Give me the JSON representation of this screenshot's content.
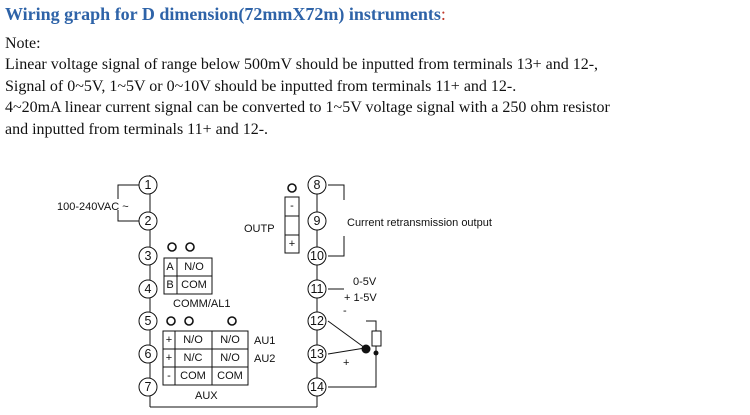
{
  "title": "Wiring graph for D dimension(72mmX72m) instruments",
  "title_suffix": ":",
  "notes": [
    "Note:",
    "Linear voltage signal of range below 500mV should be inputted  from terminals 13+ and 12-,",
    "Signal of 0~5V, 1~5V or 0~10V should be inputted from terminals 11+ and 12-.",
    "4~20mA linear current signal can be converted to 1~5V voltage signal with a 250 ohm resistor",
    "and inputted from terminals 11+ and 12-."
  ],
  "diagram": {
    "left_terminals": [
      "1",
      "2",
      "3",
      "4",
      "5",
      "6",
      "7"
    ],
    "right_terminals": [
      "8",
      "9",
      "10",
      "11",
      "12",
      "13",
      "14"
    ],
    "power_label": "100-240VAC ~",
    "outp_label": "OUTP",
    "outp_cells": [
      "-",
      "+"
    ],
    "retrans_label": "Current retransmission output",
    "range_0_5": "0-5V",
    "range_1_5": "+ 1-5V",
    "comm_table": [
      [
        "A",
        "N/O"
      ],
      [
        "B",
        "COM"
      ]
    ],
    "comm_label": "COMM/AL1",
    "aux_table": [
      [
        "+",
        "N/O",
        "N/O"
      ],
      [
        "+",
        "N/C",
        "N/O"
      ],
      [
        "-",
        "COM",
        "COM"
      ]
    ],
    "aux_row_labels": [
      "AU1",
      "AU2"
    ],
    "aux_label": "AUX",
    "minus_sign": "-",
    "plus_sign": "+"
  }
}
